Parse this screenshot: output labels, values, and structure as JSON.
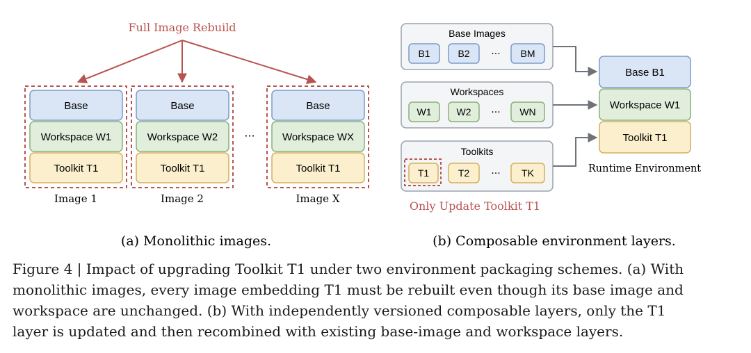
{
  "panel_a": {
    "top_label": "Full Image Rebuild",
    "images": [
      {
        "base": "Base",
        "workspace": "Workspace W1",
        "toolkit": "Toolkit T1",
        "label": "Image 1"
      },
      {
        "base": "Base",
        "workspace": "Workspace W2",
        "toolkit": "Toolkit T1",
        "label": "Image 2"
      },
      {
        "base": "Base",
        "workspace": "Workspace WX",
        "toolkit": "Toolkit T1",
        "label": "Image X"
      }
    ],
    "ellipsis": "···",
    "subcaption": "(a) Monolithic images."
  },
  "panel_b": {
    "groups": [
      {
        "title": "Base Images",
        "items": [
          "B1",
          "B2",
          "BM"
        ]
      },
      {
        "title": "Workspaces",
        "items": [
          "W1",
          "W2",
          "WN"
        ]
      },
      {
        "title": "Toolkits",
        "items": [
          "T1",
          "T2",
          "TK"
        ]
      }
    ],
    "ellipsis": "···",
    "runtime": {
      "base": "Base B1",
      "workspace": "Workspace W1",
      "toolkit": "Toolkit T1",
      "label": "Runtime Environment"
    },
    "update_label": "Only Update Toolkit T1",
    "subcaption": "(b) Composable environment layers."
  },
  "caption": {
    "lines": [
      "Figure 4 | Impact of upgrading Toolkit T1 under two environment packaging schemes. (a) With",
      "monolithic images, every image embedding T1 must be rebuilt even though its base image and",
      "workspace are unchanged. (b) With independently versioned composable layers, only the T1",
      "layer is updated and then recombined with existing base-image and workspace layers."
    ]
  },
  "colors": {
    "base_fill": "#dae6f5",
    "base_stroke": "#7a9bc8",
    "workspace_fill": "#e1eedc",
    "workspace_stroke": "#89b07a",
    "toolkit_fill": "#fbefcd",
    "toolkit_stroke": "#d2b05e",
    "group_fill": "#f4f5f7",
    "group_stroke": "#9aa3ad",
    "accent_red": "#b85450",
    "arrow_gray": "#6d7378"
  }
}
